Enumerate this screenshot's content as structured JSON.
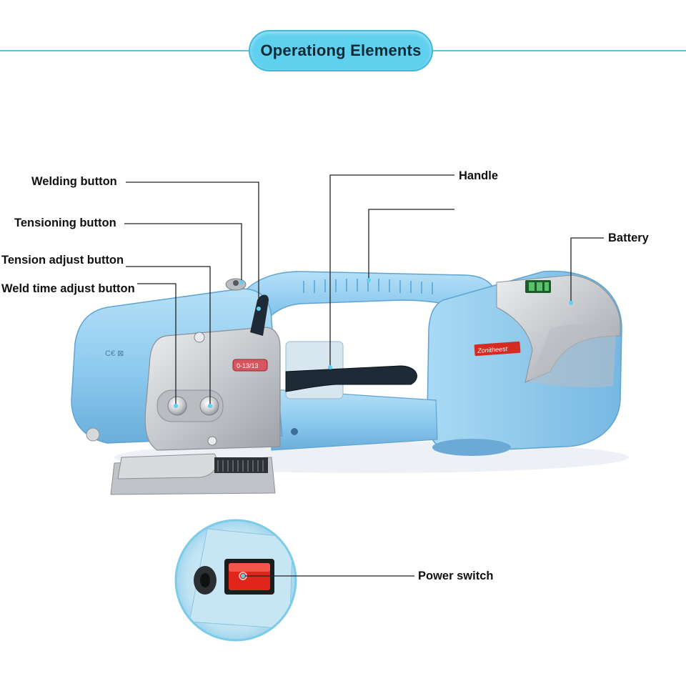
{
  "title": "Operationg Elements",
  "labels": {
    "welding_button": "Welding button",
    "tensioning_button": "Tensioning button",
    "tension_adjust_button": "Tension adjust button",
    "weld_time_adjust_button": "Weld time adjust button",
    "handle": "Handle",
    "battery": "Battery",
    "power_switch": "Power switch"
  },
  "product_markings": {
    "brand": "Zonitheest",
    "tension_scale": "0-13/13"
  },
  "colors": {
    "header_accent": "#56c6e4",
    "body_blue": "#8fcbef",
    "body_blue_dark": "#6eb3e0",
    "metal_silver": "#c9ccd0",
    "switch_red": "#e0261b"
  }
}
